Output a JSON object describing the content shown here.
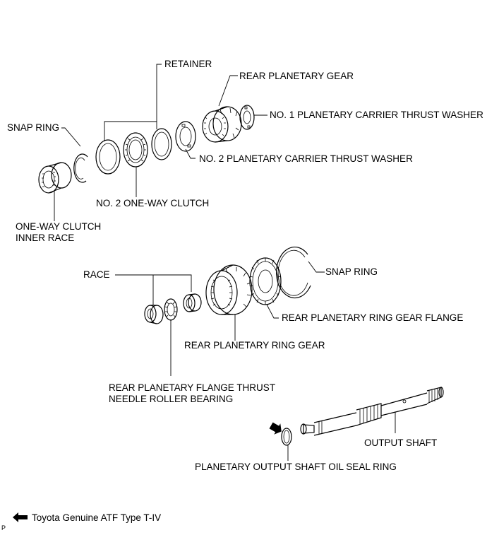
{
  "labels": {
    "retainer": "RETAINER",
    "rear_planetary_gear": "REAR PLANETARY GEAR",
    "snap_ring_1": "SNAP RING",
    "no1_carrier_thrust_washer": "NO. 1 PLANETARY CARRIER THRUST WASHER",
    "no2_carrier_thrust_washer": "NO. 2 PLANETARY CARRIER THRUST WASHER",
    "no2_one_way_clutch": "NO. 2 ONE-WAY CLUTCH",
    "one_way_clutch_inner_race_line1": "ONE-WAY CLUTCH",
    "one_way_clutch_inner_race_line2": "INNER RACE",
    "race": "RACE",
    "snap_ring_2": "SNAP RING",
    "rear_planetary_ring_gear_flange": "REAR PLANETARY RING GEAR FLANGE",
    "rear_planetary_ring_gear": "REAR PLANETARY RING GEAR",
    "flange_bearing_line1": "REAR PLANETARY FLANGE THRUST",
    "flange_bearing_line2": "NEEDLE ROLLER BEARING",
    "output_shaft": "OUTPUT SHAFT",
    "oil_seal_ring": "PLANETARY OUTPUT SHAFT OIL SEAL RING"
  },
  "legend": {
    "icon": "filled-arrow-left-icon",
    "text": "Toyota Genuine ATF Type T-IV"
  },
  "corner_mark": "P"
}
